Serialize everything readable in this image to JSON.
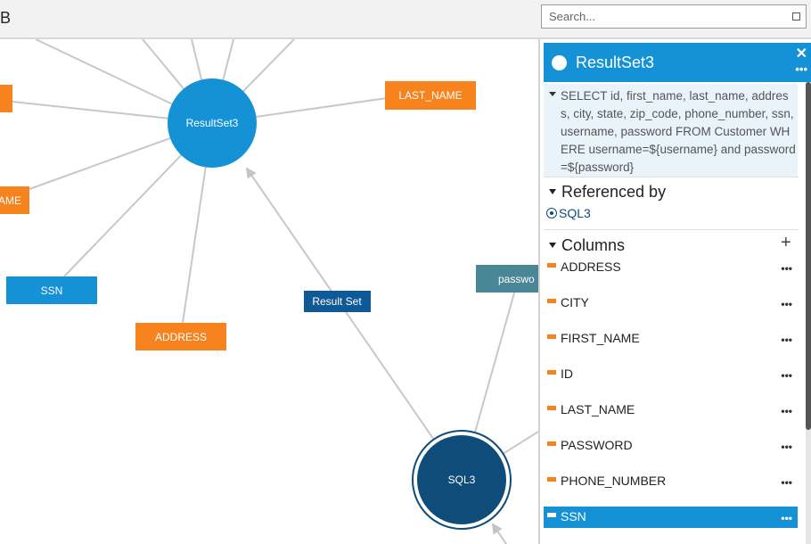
{
  "app": {
    "title_fragment": "B"
  },
  "search": {
    "placeholder": "Search..."
  },
  "graph": {
    "nodes": [
      {
        "label": "ResultSet3",
        "kind": "resultset"
      },
      {
        "label": "SQL3",
        "kind": "sql"
      }
    ],
    "rect_nodes": [
      {
        "label": "LAST_NAME",
        "color": "#f7831e"
      },
      {
        "label": "AME",
        "color": "#f7831e"
      },
      {
        "label": "SSN",
        "color": "#1591d6"
      },
      {
        "label": "ADDRESS",
        "color": "#f7831e"
      },
      {
        "label": "Result Set",
        "color": "#0f5a96"
      },
      {
        "label": "passwo",
        "color": "#4a8796"
      }
    ]
  },
  "panel": {
    "title": "ResultSet3",
    "close_icon": "close-icon",
    "more_icon": "ellipsis-icon",
    "query": "SELECT id, first_name, last_name, address, city, state, zip_code, phone_number, ssn, username, password FROM Customer WHERE username=${username} and password=${password}",
    "referenced_by": {
      "title": "Referenced by",
      "items": [
        {
          "label": "SQL3",
          "icon": "radio-target-icon"
        }
      ]
    },
    "columns": {
      "title": "Columns",
      "add_icon": "plus-icon",
      "items": [
        {
          "label": "ADDRESS",
          "selected": false
        },
        {
          "label": "CITY",
          "selected": false
        },
        {
          "label": "FIRST_NAME",
          "selected": false
        },
        {
          "label": "ID",
          "selected": false
        },
        {
          "label": "LAST_NAME",
          "selected": false
        },
        {
          "label": "PASSWORD",
          "selected": false
        },
        {
          "label": "PHONE_NUMBER",
          "selected": false
        },
        {
          "label": "SSN",
          "selected": true
        }
      ]
    }
  },
  "colors": {
    "accent": "#1591d6",
    "dark_node": "#0f4c7a",
    "orange": "#f7831e",
    "edge": "#c8c8c8"
  }
}
